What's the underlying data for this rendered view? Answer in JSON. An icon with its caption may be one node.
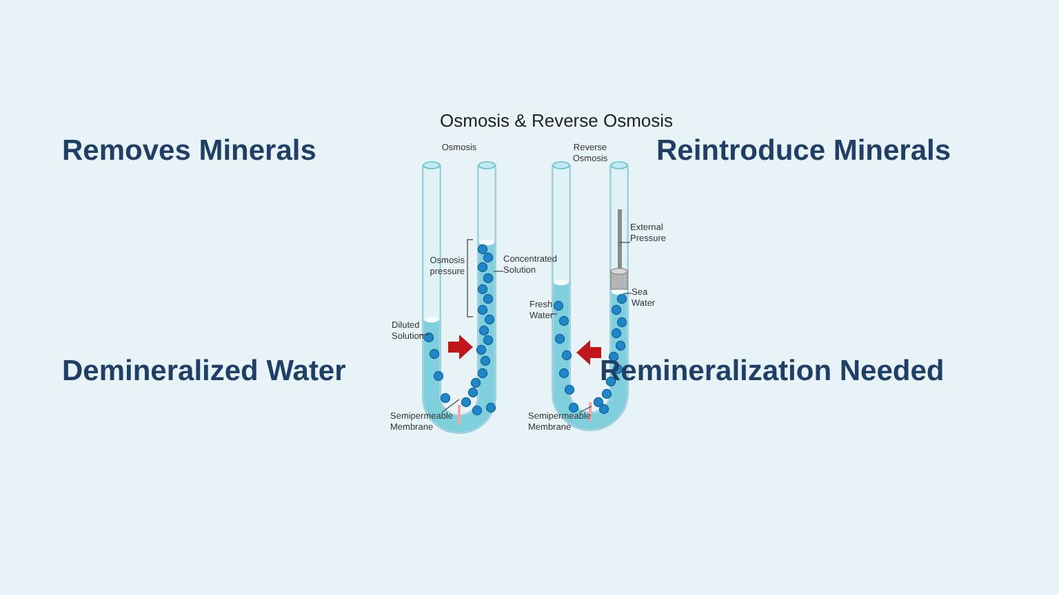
{
  "diagram": {
    "title": "Osmosis & Reverse Osmosis",
    "nodes": [
      {
        "text": [
          "Osmosis"
        ]
      },
      {
        "text": [
          "Osmosis pressure"
        ]
      },
      {
        "text": [
          "Concentrated Solution"
        ]
      },
      {
        "text": [
          "Diluted Solution"
        ]
      },
      {
        "text": [
          "Semipermeable Membrane"
        ]
      },
      {
        "text": [
          "Reverse Osmosis"
        ]
      },
      {
        "text": [
          "External Pressure"
        ]
      },
      {
        "text": [
          "Fresh Water"
        ]
      },
      {
        "text": [
          "Sea Water"
        ]
      },
      {
        "text": [
          "Semipermeable Membrane"
        ]
      }
    ],
    "edges": [
      {
        "from": 2,
        "to": null,
        "arrow": "none"
      },
      {
        "from": 3,
        "to": null,
        "arrow": "none"
      },
      {
        "from": 4,
        "to": null,
        "arrow": "none"
      },
      {
        "from": 6,
        "to": null,
        "arrow": "none"
      },
      {
        "from": 7,
        "to": null,
        "arrow": "none"
      },
      {
        "from": 8,
        "to": null,
        "arrow": "none"
      },
      {
        "from": 9,
        "to": null,
        "arrow": "none"
      }
    ],
    "labels": [
      "Removes Minerals",
      "Reintroduce Minerals",
      "Demineralized Water",
      "Remineralization Needed"
    ]
  }
}
